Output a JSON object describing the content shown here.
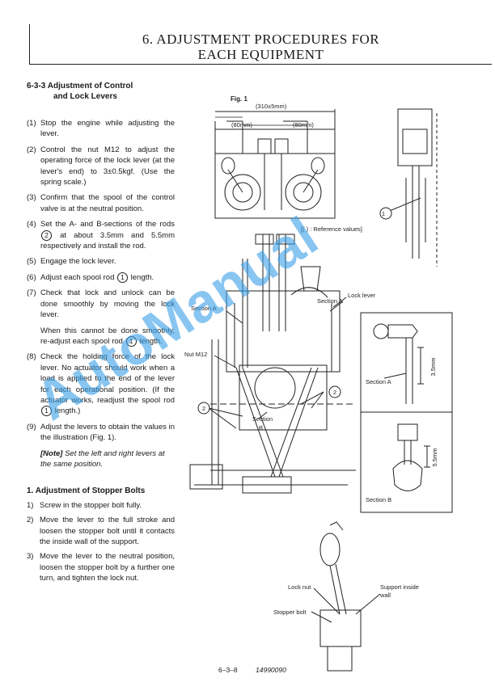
{
  "header": {
    "line1": "6.  ADJUSTMENT PROCEDURES FOR",
    "line2": "EACH EQUIPMENT"
  },
  "section": {
    "number": "6-3-3",
    "title_line1": "Adjustment of Control",
    "title_line2": "and Lock Levers"
  },
  "steps": [
    {
      "num": "(1)",
      "text": "Stop the engine while adjusting the lever."
    },
    {
      "num": "(2)",
      "text": "Control the nut M12 to adjust the operating force of the lock lever (at the lever's end) to 3±0.5kgf. (Use the spring scale.)"
    },
    {
      "num": "(3)",
      "text": "Confirm that the spool of the control valve is at the neutral position."
    },
    {
      "num": "(4)",
      "text_a": "Set the A- and B-sections of the rods",
      "circle": "2",
      "text_b": "at about 3.5mm and 5.5mm respectively and install the rod."
    },
    {
      "num": "(5)",
      "text": "Engage the lock lever."
    },
    {
      "num": "(6)",
      "text_a": "Adjust each spool rod",
      "circle": "1",
      "text_b": "length."
    },
    {
      "num": "(7)",
      "text": "Check that lock and unlock can be done smoothly by moving the lock lever.",
      "sub_a": "When this cannot be done smoothly, re-adjust each spool rod",
      "sub_circle": "1",
      "sub_b": "length."
    },
    {
      "num": "(8)",
      "text_a": "Check the holding force of the lock lever. No actuator should work when a load is applied to the end of the lever for each operational position. (If the actuator works, readjust the spool rod",
      "circle": "1",
      "text_b": "length.)"
    },
    {
      "num": "(9)",
      "text": "Adjust the levers to obtain the values in the illustration (Fig. 1)."
    }
  ],
  "note": {
    "label": "[Note]",
    "text": "Set the left and right levers at the same position."
  },
  "stopper": {
    "title": "1.  Adjustment of Stopper Bolts",
    "steps": [
      {
        "num": "1)",
        "text": "Screw in the stopper bolt fully."
      },
      {
        "num": "2)",
        "text": "Move the lever to the full stroke and loosen the stopper bolt until it contacts the inside wall of the support."
      },
      {
        "num": "3)",
        "text": "Move the lever to the neutral position, loosen the stopper bolt by a further one turn, and tighten the lock nut."
      }
    ]
  },
  "figure": {
    "fig_label": "Fig. 1",
    "dim_total": "(310±5mm)",
    "dim_left": "(80mm)",
    "dim_right": "(80mm)",
    "reference_note": "[(    ) : Reference values]",
    "circle1": "1",
    "circle2": "2",
    "section_a": "Section A",
    "section_a_small": "Section A",
    "lock_lever": "Lock lever",
    "nut_m12": "Nut M12",
    "section_b_1": "Section",
    "section_b_2": "B",
    "section_a_detail": "Section A",
    "dim_35": "3.5mm",
    "dim_55": "5.5mm",
    "section_b_detail": "Section B",
    "lock_nut": "Lock nut",
    "support_wall_1": "Support inside",
    "support_wall_2": "wall",
    "stopper_bolt": "Stopper bolt"
  },
  "footer": {
    "page": "6–3–8",
    "code": "14990090"
  },
  "watermark": "AutoManual"
}
